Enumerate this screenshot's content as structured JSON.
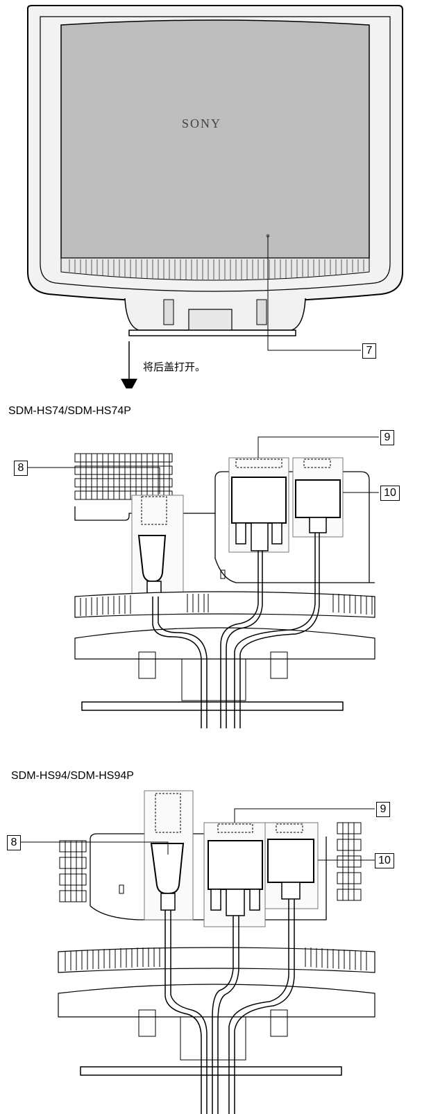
{
  "figure": {
    "brand_logo": "SONY",
    "instruction": "将后盖打开。",
    "section1": {
      "heading": "SDM-HS74/SDM-HS74P",
      "labels": {
        "power": "8",
        "dvi": "9",
        "vga": "10"
      }
    },
    "section2": {
      "heading": "SDM-HS94/SDM-HS94P",
      "labels": {
        "power": "8",
        "dvi": "9",
        "vga": "10"
      }
    },
    "cover_label": "7"
  },
  "colors": {
    "line": "#000000",
    "panel": "#c4c4c4",
    "screen": "#b9b9b9",
    "box": "#777777"
  }
}
